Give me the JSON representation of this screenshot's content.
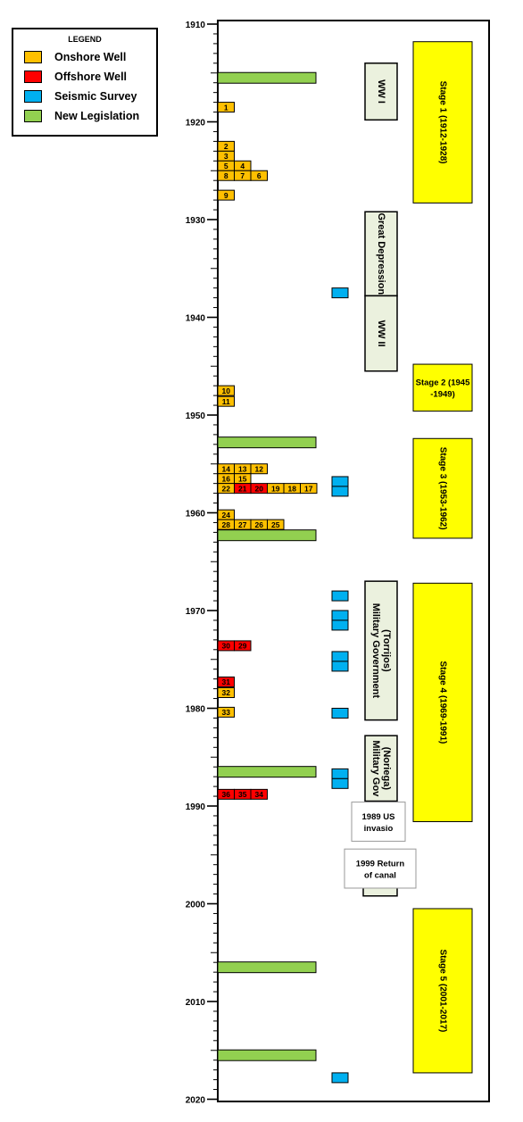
{
  "legend": {
    "title": "LEGEND",
    "items": [
      {
        "label": "Onshore Well",
        "color": "#FFC000"
      },
      {
        "label": "Offshore Well",
        "color": "#FF0000"
      },
      {
        "label": "Seismic Survey",
        "color": "#00B0F0"
      },
      {
        "label": "New Legislation",
        "color": "#92D050"
      }
    ]
  },
  "timeline": {
    "axis": {
      "min": 1910,
      "max": 2020,
      "labeled_years": [
        1910,
        1920,
        1930,
        1940,
        1950,
        1960,
        1970,
        1980,
        1990,
        2000,
        2010,
        2020
      ]
    },
    "legislation_years": [
      1915.5,
      1952.8,
      1962.3,
      1986.5,
      2006.5,
      2015.5
    ],
    "seismic_years": [
      1937.5,
      1956.8,
      1957.8,
      1968.5,
      1970.5,
      1971.5,
      1974.7,
      1975.7,
      1980.5,
      1986.7,
      1987.7,
      2017.8
    ],
    "well_rows": [
      {
        "year": 1918.5,
        "wells": [
          {
            "n": "1",
            "type": "onshore"
          }
        ]
      },
      {
        "year": 1922.5,
        "wells": [
          {
            "n": "2",
            "type": "onshore"
          }
        ]
      },
      {
        "year": 1923.5,
        "wells": [
          {
            "n": "3",
            "type": "onshore"
          }
        ]
      },
      {
        "year": 1924.5,
        "wells": [
          {
            "n": "5",
            "type": "onshore"
          },
          {
            "n": "4",
            "type": "onshore"
          }
        ]
      },
      {
        "year": 1925.5,
        "wells": [
          {
            "n": "8",
            "type": "onshore"
          },
          {
            "n": "7",
            "type": "onshore"
          },
          {
            "n": "6",
            "type": "onshore"
          }
        ]
      },
      {
        "year": 1927.5,
        "wells": [
          {
            "n": "9",
            "type": "onshore"
          }
        ]
      },
      {
        "year": 1947.5,
        "wells": [
          {
            "n": "10",
            "type": "onshore"
          }
        ]
      },
      {
        "year": 1948.6,
        "wells": [
          {
            "n": "11",
            "type": "onshore"
          }
        ]
      },
      {
        "year": 1955.5,
        "wells": [
          {
            "n": "14",
            "type": "onshore"
          },
          {
            "n": "13",
            "type": "onshore"
          },
          {
            "n": "12",
            "type": "onshore"
          }
        ]
      },
      {
        "year": 1956.5,
        "wells": [
          {
            "n": "16",
            "type": "onshore"
          },
          {
            "n": "15",
            "type": "onshore"
          }
        ]
      },
      {
        "year": 1957.5,
        "wells": [
          {
            "n": "22",
            "type": "onshore"
          },
          {
            "n": "21",
            "type": "offshore"
          },
          {
            "n": "20",
            "type": "offshore"
          },
          {
            "n": "19",
            "type": "onshore"
          },
          {
            "n": "18",
            "type": "onshore"
          },
          {
            "n": "17",
            "type": "onshore"
          }
        ]
      },
      {
        "year": 1960.2,
        "wells": [
          {
            "n": "24",
            "type": "onshore"
          }
        ]
      },
      {
        "year": 1961.2,
        "wells": [
          {
            "n": "28",
            "type": "onshore"
          },
          {
            "n": "27",
            "type": "onshore"
          },
          {
            "n": "26",
            "type": "onshore"
          },
          {
            "n": "25",
            "type": "onshore"
          }
        ]
      },
      {
        "year": 1973.6,
        "wells": [
          {
            "n": "30",
            "type": "offshore"
          },
          {
            "n": "29",
            "type": "offshore"
          }
        ]
      },
      {
        "year": 1977.3,
        "wells": [
          {
            "n": "31",
            "type": "offshore"
          }
        ]
      },
      {
        "year": 1978.4,
        "wells": [
          {
            "n": "32",
            "type": "onshore"
          }
        ]
      },
      {
        "year": 1980.4,
        "wells": [
          {
            "n": "33",
            "type": "onshore"
          }
        ]
      },
      {
        "year": 1988.8,
        "wells": [
          {
            "n": "36",
            "type": "offshore"
          },
          {
            "n": "35",
            "type": "offshore"
          },
          {
            "n": "34",
            "type": "offshore"
          }
        ]
      }
    ],
    "events": [
      {
        "label": "WW I",
        "start": 1914,
        "end": 1919.8
      },
      {
        "label": "Great Depression",
        "start": 1929.2,
        "end": 1937.8
      },
      {
        "label": "WW II",
        "start": 1937.8,
        "end": 1945.5
      },
      {
        "label": "Military Government (Torrijos)",
        "start": 1967,
        "end": 1981.2
      },
      {
        "label": "Military Gov (Noriega)",
        "start": 1982.8,
        "end": 1989.5
      },
      {
        "label": "",
        "start": 1998.2,
        "end": 1999.2
      }
    ],
    "notes": [
      {
        "label": "1989 US invasio",
        "start": 1989.6,
        "end": 1993.6
      },
      {
        "label": "1999 Return of canal",
        "start": 1994.4,
        "end": 1998.4
      }
    ],
    "stages": [
      {
        "label": "Stage 1 (1912-1928)",
        "start": 1911.8,
        "end": 1928.3
      },
      {
        "label": "Stage 2 (1945-1949)",
        "start": 1944.8,
        "end": 1949.6
      },
      {
        "label": "Stage 3 (1953-1962)",
        "start": 1952.4,
        "end": 1962.6
      },
      {
        "label": "Stage 4 (1969-1991)",
        "start": 1967.2,
        "end": 1991.6
      },
      {
        "label": "Stage 5 (2001-2017)",
        "start": 2000.5,
        "end": 2017.3
      }
    ]
  }
}
